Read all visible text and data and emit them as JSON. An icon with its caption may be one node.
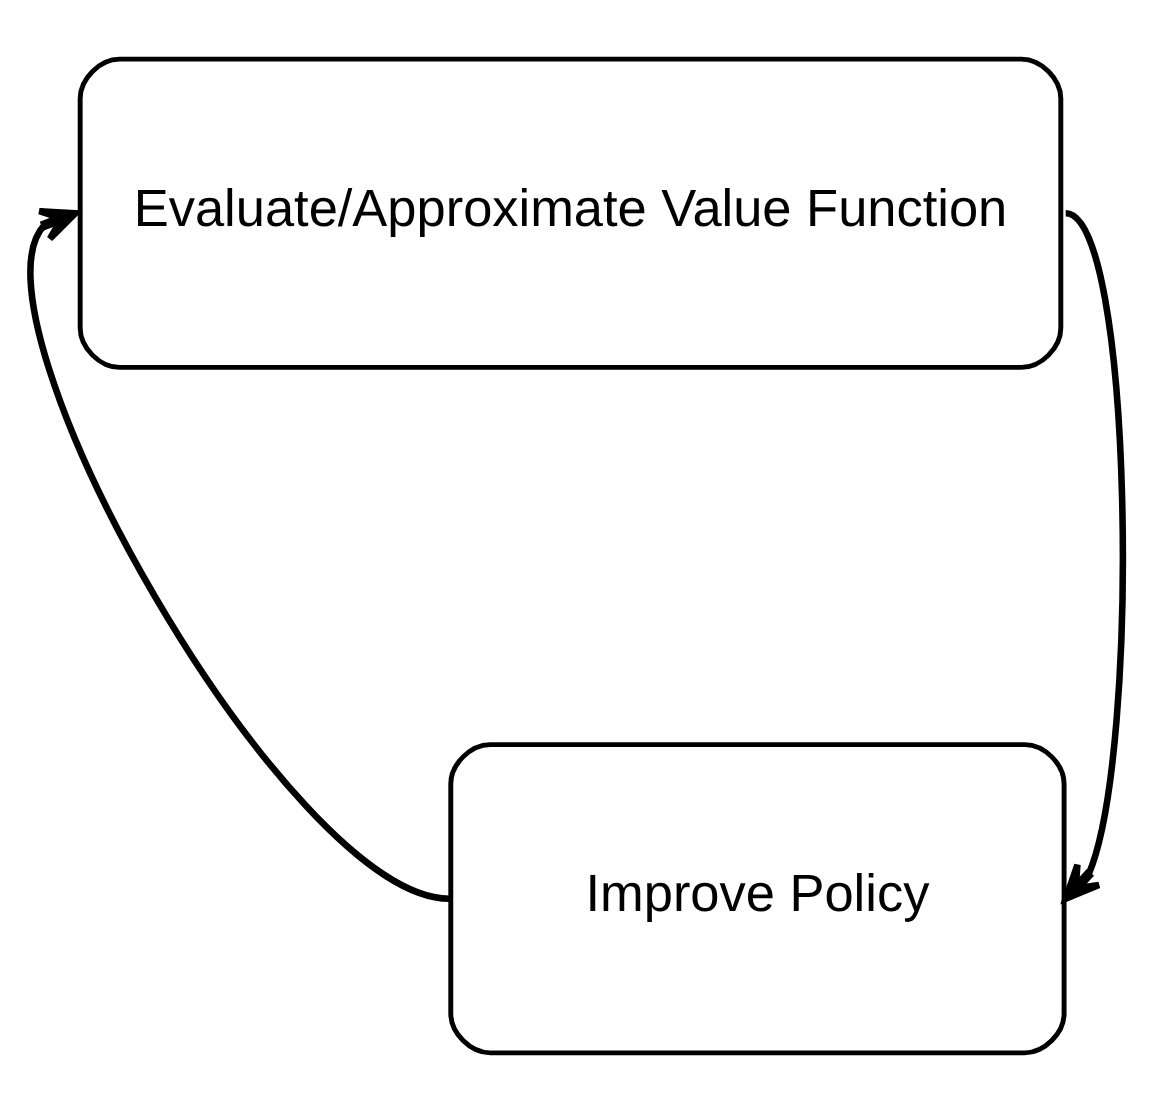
{
  "diagram": {
    "nodes": [
      {
        "text": [
          "Evaluate/Approximate Value Function"
        ]
      },
      {
        "text": [
          "Improve Policy"
        ]
      }
    ],
    "edges": [
      {
        "from": 0,
        "to": 1,
        "arrow": "to"
      },
      {
        "from": 1,
        "to": 0,
        "arrow": "to"
      }
    ]
  }
}
